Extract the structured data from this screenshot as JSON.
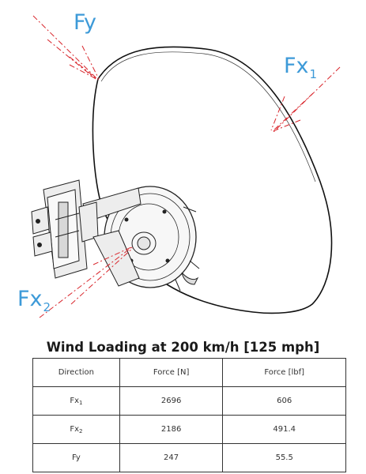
{
  "diagram": {
    "labels": {
      "fy": {
        "main": "Fy",
        "sub": ""
      },
      "fx1": {
        "main": "Fx",
        "sub": "1"
      },
      "fx2": {
        "main": "Fx",
        "sub": "2"
      }
    },
    "accent_color": "#3d9ad8",
    "arrow_color": "#d9262c"
  },
  "table": {
    "title": "Wind Loading at 200 km/h [125 mph]",
    "headers": [
      "Direction",
      "Force [N]",
      "Force [lbf]"
    ],
    "rows": [
      {
        "dir": "Fx",
        "dir_sub": "1",
        "force_n": "2696",
        "force_lbf": "606"
      },
      {
        "dir": "Fx",
        "dir_sub": "2",
        "force_n": "2186",
        "force_lbf": "491.4"
      },
      {
        "dir": "Fy",
        "dir_sub": "",
        "force_n": "247",
        "force_lbf": "55.5"
      }
    ]
  }
}
